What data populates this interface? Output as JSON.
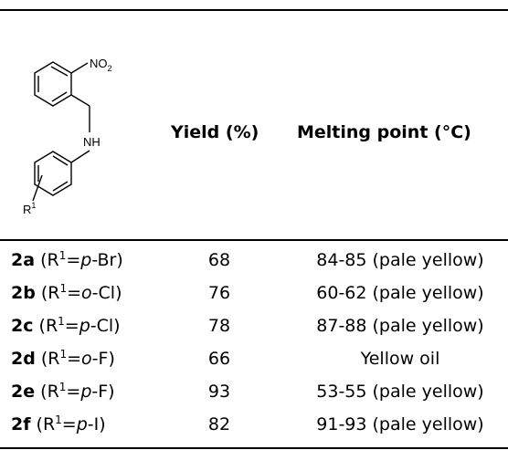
{
  "structure": {
    "nitro_label": "NO",
    "nitro_sub": "2",
    "amine_label": "NH",
    "sub_label": "R",
    "sub_sup": "1"
  },
  "headers": {
    "yield": "Yield (%)",
    "melting_point": "Melting point (°C)"
  },
  "rows": [
    {
      "id": "2a",
      "r_prefix": "R",
      "r_sup": "1",
      "eq": "=",
      "pos": "p",
      "sub": "-Br)",
      "yield": "68",
      "mp": "84-85 (pale yellow)"
    },
    {
      "id": "2b",
      "r_prefix": "R",
      "r_sup": "1",
      "eq": "=",
      "pos": "o",
      "sub": "-Cl)",
      "yield": "76",
      "mp": "60-62 (pale yellow)"
    },
    {
      "id": "2c",
      "r_prefix": "R",
      "r_sup": "1",
      "eq": "=",
      "pos": "p",
      "sub": "-Cl)",
      "yield": "78",
      "mp": "87-88 (pale yellow)"
    },
    {
      "id": "2d",
      "r_prefix": "R",
      "r_sup": "1",
      "eq": "=",
      "pos": "o",
      "sub": "-F)",
      "yield": "66",
      "mp": "Yellow oil"
    },
    {
      "id": "2e",
      "r_prefix": "R",
      "r_sup": "1",
      "eq": "=",
      "pos": "p",
      "sub": "-F)",
      "yield": "93",
      "mp": "53-55 (pale yellow)"
    },
    {
      "id": "2f",
      "r_prefix": "R",
      "r_sup": "1",
      "eq": "=",
      "pos": "p",
      "sub": "-I)",
      "yield": "82",
      "mp": "91-93 (pale yellow)"
    }
  ]
}
